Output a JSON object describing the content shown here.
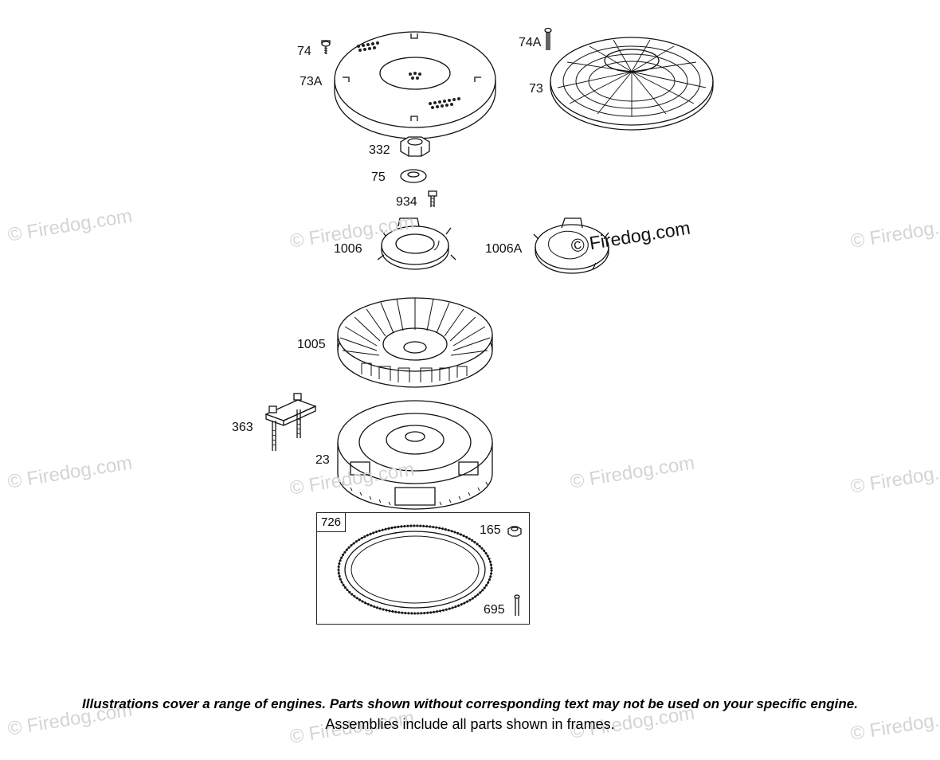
{
  "watermark": "© Firedog.com",
  "callouts": {
    "c74": "74",
    "c74A": "74A",
    "c73A": "73A",
    "c73": "73",
    "c332": "332",
    "c75": "75",
    "c934": "934",
    "c1006": "1006",
    "c1006A": "1006A",
    "c1005": "1005",
    "c363": "363",
    "c23": "23",
    "c726": "726",
    "c165": "165",
    "c695": "695"
  },
  "footnote": {
    "line1": "Illustrations cover a range of engines. Parts shown without corresponding text may not be used on your specific engine.",
    "line2": "Assemblies include all parts shown in frames."
  }
}
